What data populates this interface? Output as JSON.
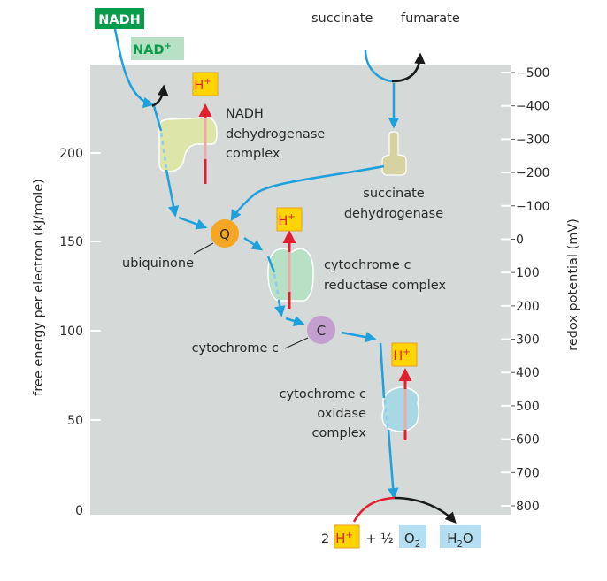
{
  "diagram": {
    "title": "Electron transport chain energy diagram",
    "left_axis": {
      "label": "free energy per electron (kJ/mole)",
      "ticks": [
        "0",
        "50",
        "100",
        "150",
        "200"
      ],
      "values": [
        0,
        50,
        100,
        150,
        200
      ]
    },
    "right_axis": {
      "label": "redox potential (mV)",
      "ticks": [
        "−500",
        "−400",
        "−300",
        "−200",
        "−100",
        "0",
        "100",
        "200",
        "300",
        "400",
        "500",
        "600",
        "700",
        "800"
      ],
      "values": [
        -500,
        -400,
        -300,
        -200,
        -100,
        0,
        100,
        200,
        300,
        400,
        500,
        600,
        700,
        800
      ]
    },
    "substrates": {
      "nadh": "NADH",
      "nad_plus": "NAD",
      "nad_plus_sup": "+",
      "succinate": "succinate",
      "fumarate": "fumarate"
    },
    "complexes": {
      "nadh_dehydrogenase": [
        "NADH",
        "dehydrogenase",
        "complex"
      ],
      "succinate_dehydrogenase": [
        "succinate",
        "dehydrogenase"
      ],
      "cytochrome_reductase": [
        "cytochrome c",
        "reductase complex"
      ],
      "cytochrome_oxidase": [
        "cytochrome c",
        "oxidase",
        "complex"
      ]
    },
    "carriers": {
      "ubiquinone": {
        "symbol": "Q",
        "label": "ubiquinone"
      },
      "cytochrome_c": {
        "symbol": "C",
        "label": "cytochrome c"
      }
    },
    "proton": {
      "symbol": "H",
      "sup": "+"
    },
    "final_reaction": {
      "coefficient": "2",
      "plus": "+ ½",
      "oxygen": "O",
      "oxygen_sub": "2",
      "water_h": "H",
      "water_sub": "2",
      "water_o": "O"
    },
    "colors": {
      "background_panel": "#d5d9d8",
      "electron_arrow": "#1ea0dc",
      "proton_arrow": "#e0202e",
      "proton_box": "#ffd400",
      "nadh_box": "#0a9a4b",
      "nad_box": "#b8e0c4",
      "ubiquinone": "#f5a623",
      "cytochrome_c": "#c29fcf",
      "nadh_complex": "#dde6a8",
      "succinate_complex": "#d6d3a0",
      "reductase_complex": "#b8e0c4",
      "oxidase_complex": "#a8d8e3",
      "water_box": "#b4dff2"
    }
  }
}
